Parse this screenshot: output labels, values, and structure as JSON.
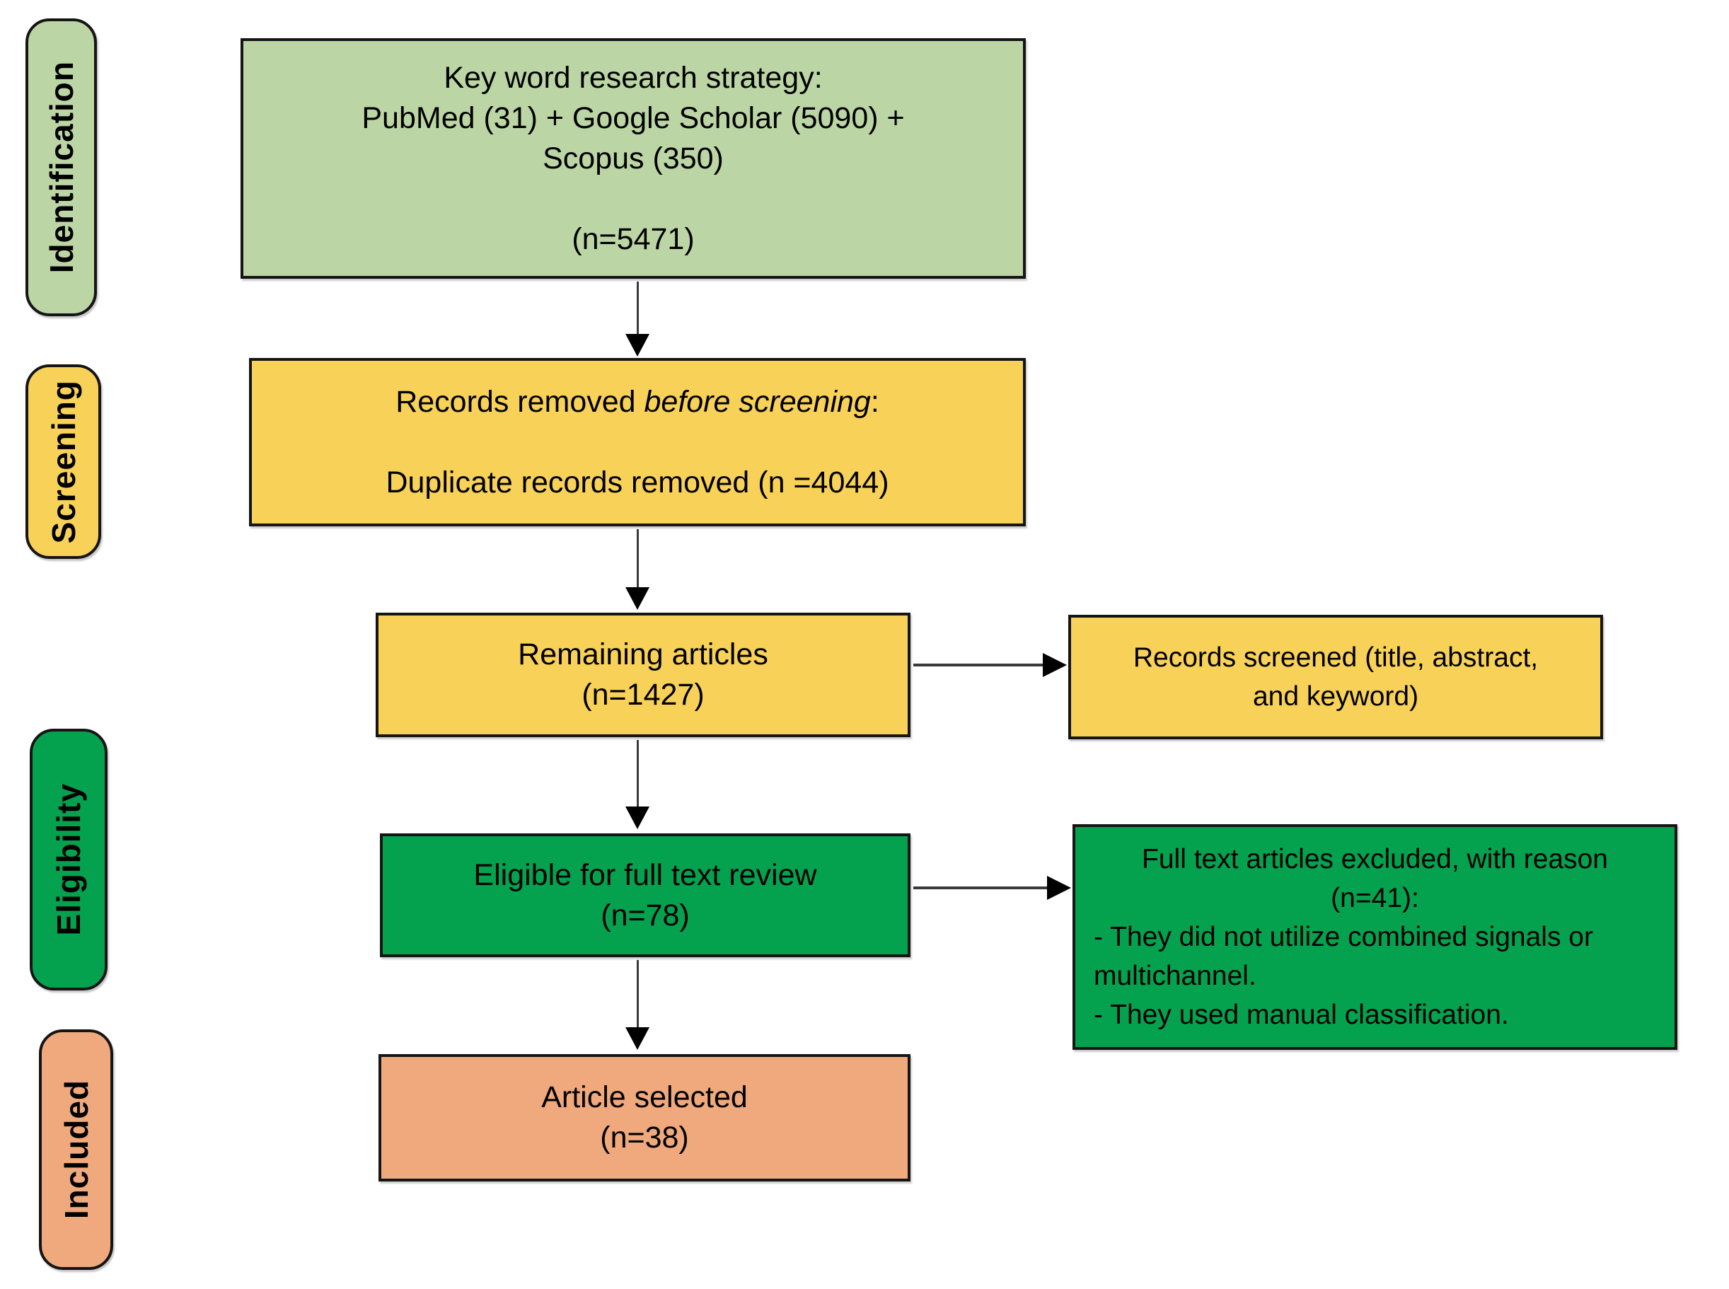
{
  "figure": {
    "kind": "prisma-flow-diagram",
    "background": "#ffffff"
  },
  "palette": {
    "light_green": "#bcd5a5",
    "yellow": "#f8d158",
    "green": "#04a24f",
    "peach": "#efa97d",
    "box_border": "#151515",
    "arrow": "#3a3a3a",
    "text": "#000000"
  },
  "stages": [
    {
      "label": "Identification",
      "fill": "#bcd5a5"
    },
    {
      "label": "Screening",
      "fill": "#f8d158"
    },
    {
      "label": "Eligibility",
      "fill": "#04a24f"
    },
    {
      "label": "Included",
      "fill": "#efa97d"
    }
  ],
  "nodes": {
    "keyword_search": {
      "fill": "#bcd5a5",
      "line1": "Key word research strategy:",
      "line2": "PubMed (31) + Google Scholar (5090) +",
      "line3": "Scopus (350)",
      "count": "(n=5471)"
    },
    "records_removed": {
      "fill": "#f8d158",
      "line1_prefix": "Records removed ",
      "line1_italic": "before screening",
      "line1_suffix": ":",
      "line2": "Duplicate records removed (n =4044)"
    },
    "remaining_articles": {
      "fill": "#f8d158",
      "line1": "Remaining articles",
      "count": "(n=1427)"
    },
    "records_screened": {
      "fill": "#f8d158",
      "line1": "Records screened (title, abstract,",
      "line2": "and keyword)"
    },
    "eligible_full_text": {
      "fill": "#04a24f",
      "line1": "Eligible for full text review",
      "count": "(n=78)"
    },
    "full_text_excluded": {
      "fill": "#04a24f",
      "line1": "Full text articles excluded, with reason",
      "line2": "(n=41):",
      "line3": "- They did not utilize combined signals or",
      "line4": "multichannel.",
      "line5": "- They used manual classification."
    },
    "article_selected": {
      "fill": "#efa97d",
      "line1": "Article selected",
      "count": "(n=38)"
    }
  }
}
